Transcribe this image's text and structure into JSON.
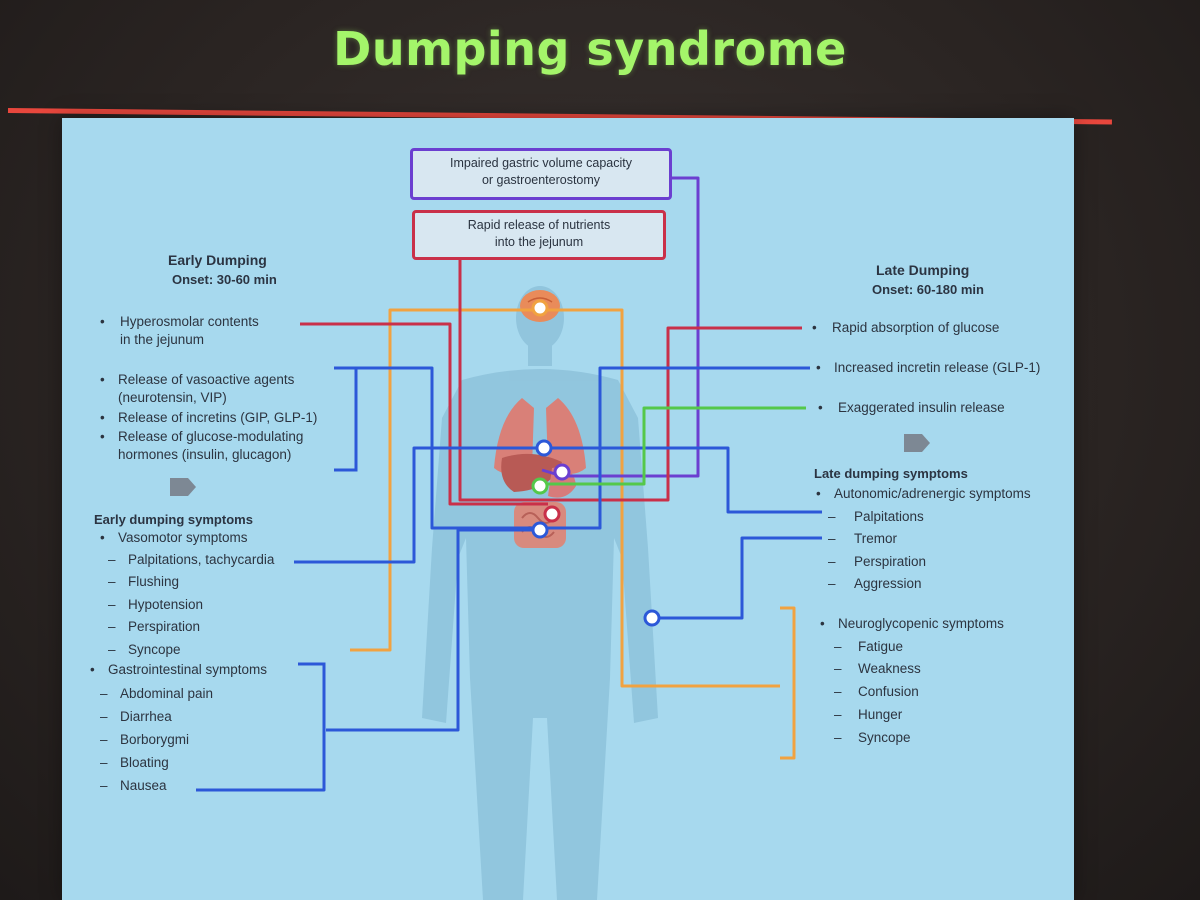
{
  "slide": {
    "title": "Dumping syndrome"
  },
  "colors": {
    "title": "#a4f56a",
    "divider": "#e8473d",
    "panel": "#a7d9ee",
    "purple": "#6b3fd0",
    "red": "#c93049",
    "orange": "#f1a240",
    "blue": "#2c58d8",
    "green": "#54c84a"
  },
  "boxes": {
    "gastric": "Impaired gastric volume capacity\nor gastroenterostomy",
    "nutrients": "Rapid release of nutrients\ninto the jejunum"
  },
  "early": {
    "heading": "Early Dumping",
    "onset": "Onset: 30-60 min",
    "cause1_line1": "Hyperosmolar contents",
    "cause1_line2": "in the jejunum",
    "cause2_line1": "Release of vasoactive agents",
    "cause2_line2": "(neurotensin, VIP)",
    "cause3": "Release of incretins (GIP, GLP-1)",
    "cause4_line1": "Release of glucose-modulating",
    "cause4_line2": "hormones (insulin, glucagon)",
    "symptoms_heading": "Early dumping symptoms",
    "vasomotor": "Vasomotor symptoms",
    "vasomotor_items": [
      "Palpitations, tachycardia",
      "Flushing",
      "Hypotension",
      "Perspiration",
      "Syncope"
    ],
    "gi": "Gastrointestinal symptoms",
    "gi_items": [
      "Abdominal pain",
      "Diarrhea",
      "Borborygmi",
      "Bloating",
      "Nausea"
    ]
  },
  "late": {
    "heading": "Late Dumping",
    "onset": "Onset: 60-180 min",
    "cause1": "Rapid absorption of glucose",
    "cause2": "Increased incretin release (GLP-1)",
    "cause3": "Exaggerated insulin release",
    "symptoms_heading": "Late dumping symptoms",
    "autonomic": "Autonomic/adrenergic symptoms",
    "autonomic_items": [
      "Palpitations",
      "Tremor",
      "Perspiration",
      "Aggression"
    ],
    "neuro": "Neuroglycopenic symptoms",
    "neuro_items": [
      "Fatigue",
      "Weakness",
      "Confusion",
      "Hunger",
      "Syncope"
    ]
  }
}
